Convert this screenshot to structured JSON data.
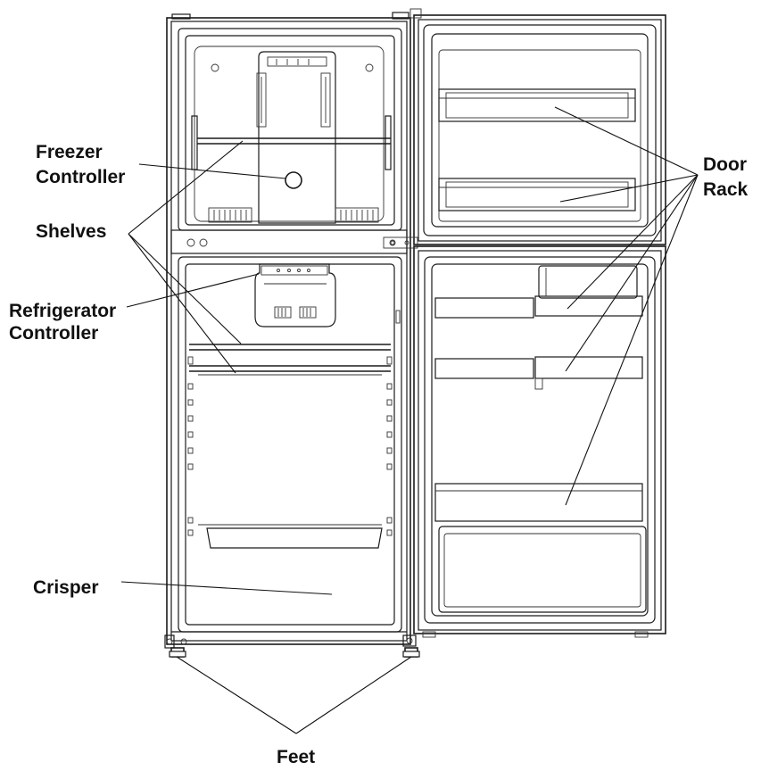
{
  "labels": {
    "freezer_controller": [
      "Freezer",
      "Controller"
    ],
    "shelves": "Shelves",
    "refrigerator_controller": [
      "Refrigerator",
      "Controller"
    ],
    "crisper": "Crisper",
    "door_rack": [
      "Door",
      "Rack"
    ],
    "feet": "Feet"
  }
}
